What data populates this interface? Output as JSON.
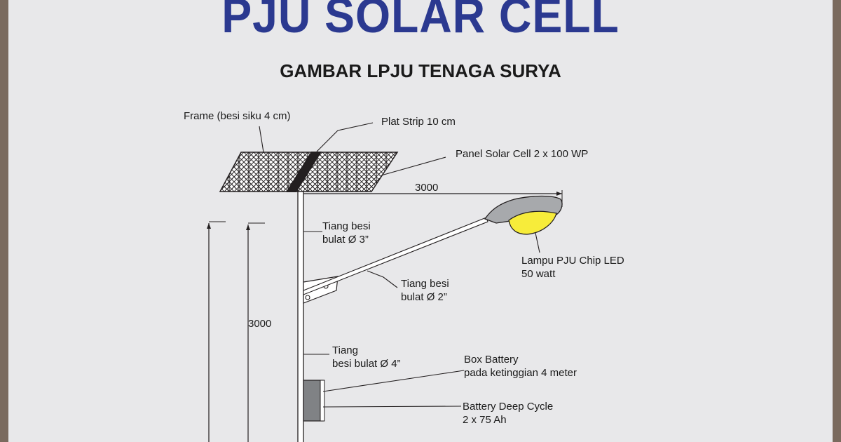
{
  "title": "PJU SOLAR CELL",
  "subtitle": "GAMBAR LPJU TENAGA SURYA",
  "labels": {
    "frame": "Frame (besi siku 4 cm)",
    "plat_strip": "Plat Strip 10 cm",
    "panel": "Panel Solar Cell 2 x 100 WP",
    "dim_arm": "3000",
    "tiang3_line1": "Tiang besi",
    "tiang3_line2": "bulat Ø 3”",
    "lampu_line1": "Lampu PJU Chip LED",
    "lampu_line2": "50 watt",
    "tiang2_line1": "Tiang besi",
    "tiang2_line2": "bulat Ø 2”",
    "dim_height": "3000",
    "tiang4_line1": "Tiang",
    "tiang4_line2": "besi bulat Ø 4”",
    "box_line1": "Box Battery",
    "box_line2": "pada ketinggian 4 meter",
    "battery_line1": "Battery Deep Cycle",
    "battery_line2": "2 x 75 Ah"
  },
  "colors": {
    "title": "#2b3990",
    "lamp_lens": "#f7ec3a",
    "lamp_housing": "#a7a9ac",
    "battery_box": "#808285"
  }
}
